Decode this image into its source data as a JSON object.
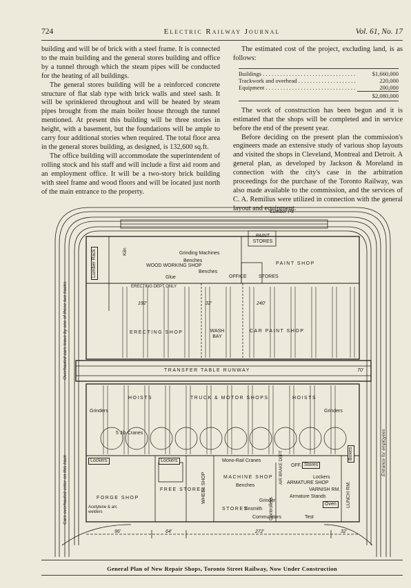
{
  "header": {
    "page_number": "724",
    "journal": "Electric Railway Journal",
    "volume": "Vol. 61, No. 17"
  },
  "left_column": {
    "paragraphs": [
      "building and will be of brick with a steel frame. It is connected to the main building and the general stores building and office by a tunnel through which the steam pipes will be conducted for the heating of all buildings.",
      "The general stores building will be a reinforced concrete structure of flat slab type with brick walls and steel sash. It will be sprinklered throughout and will be heated by steam pipes brought from the main boiler house through the tunnel mentioned. At present this building will be three stories in height, with a basement, but the foundations will be ample to carry four additional stories when required. The total floor area in the general stores building, as designed, is 132,600 sq.ft.",
      "The office building will accommodate the superintendent of rolling stock and his staff and will include a first aid room and an employment office. It will be a two-story brick building with steel frame and wood floors and will be located just north of the main entrance to the property."
    ]
  },
  "right_column": {
    "intro": "The estimated cost of the project, excluding land, is as follows:",
    "cost_table": {
      "rows": [
        {
          "label": "Buildings",
          "amount": "$1,660,000"
        },
        {
          "label": "Trackwork and overhead",
          "amount": "220,000"
        },
        {
          "label": "Equipment",
          "amount": "200,000"
        }
      ],
      "total": "$2,080,000"
    },
    "paragraphs": [
      "The work of construction has been begun and it is estimated that the shops will be completed and in service before the end of the present year.",
      "Before deciding on the present plan the commission's engineers made an extensive study of various shop layouts and visited the shops in Cleveland, Montreal and Detroit. A general plan, as developed by Jackson & Moreland in connection with the city's case in the arbitration proceedings for the purchase of the Toronto Railway, was also made available to the commission, and the services of C. A. Remilius were utilized in connection with the general layout and equipment."
    ]
  },
  "plan": {
    "labels": {
      "lumber_pit": "Lumber Pit",
      "paint_stores": "PAINT STORES",
      "kiln": "Kiln",
      "grinding_machines": "Grinding Machines",
      "lumber_rack": "Lumber Rack",
      "wood_working_shop": "WOOD WORKING SHOP",
      "benches_top": "Benches",
      "benches_mid": "Benches",
      "glue": "Glue",
      "office": "OFFICE",
      "stores": "STORES",
      "paint_shop": "PAINT SHOP",
      "erecting_dept_only": "ERECTING DEPT ONLY",
      "dim_192": "192'",
      "dim_32": "32'",
      "dim_240": "240'",
      "erecting_shop": "ERECTING SHOP",
      "wash_bay": "WASH BAY",
      "car_paint_shop": "CAR PAINT SHOP",
      "transfer_table_runway": "TRANSFER TABLE RUNWAY",
      "dim_70": "70'",
      "hoists_left": "HOISTS",
      "hoists_right": "HOISTS",
      "truck_motor_shops": "TRUCK & MOTOR SHOPS",
      "grinders_left": "Grinders",
      "grinders_right": "Grinders",
      "cranes": "5 Jib Cranes",
      "lockers_left": "Lockers",
      "lockers_mid": "Lockers",
      "lockers_right": "Lockers",
      "mono_rail": "Mono-Rail Cranes",
      "machine_shop": "MACHINE SHOP",
      "benches_lower": "Benches",
      "armature_shop": "ARMATURE SHOP",
      "varnish_rm": "VARNISH RM.",
      "office_lower": "OFF.",
      "stores_lower": "Stores",
      "forge_shop": "FORGE SHOP",
      "acetylene": "Acetylene & arc welders",
      "free_stores": "FREE STORES",
      "wheel_shop": "WHEEL SHOP",
      "air_brake_dept": "AIR BRAKE DEPT",
      "controllers": "Controllers",
      "grinder": "Grinder",
      "tinsmith": "Tinsmith",
      "stores_bottom": "STORES",
      "armature_stands": "Armature Stands",
      "oven": "Oven",
      "lunch_rm": "LUNCH RM.",
      "commutators": "Commutators",
      "test": "Test",
      "dim_96": "96'",
      "dim_64": "64'",
      "dim_272": "272'",
      "dim_32b": "32'",
      "overhauled_cars": "Overhauled cars leave by one of these two tracks",
      "cars_enter": "Cars overhauled enter on this track",
      "entrance_employees": "Entrance for employees",
      "boxes": "Boxes"
    }
  },
  "caption": "General Plan of New Repair Shops, Toronto Street Railway, Now Under Construction",
  "colors": {
    "paper": "#eeeadb",
    "ink": "#1d1b17"
  }
}
